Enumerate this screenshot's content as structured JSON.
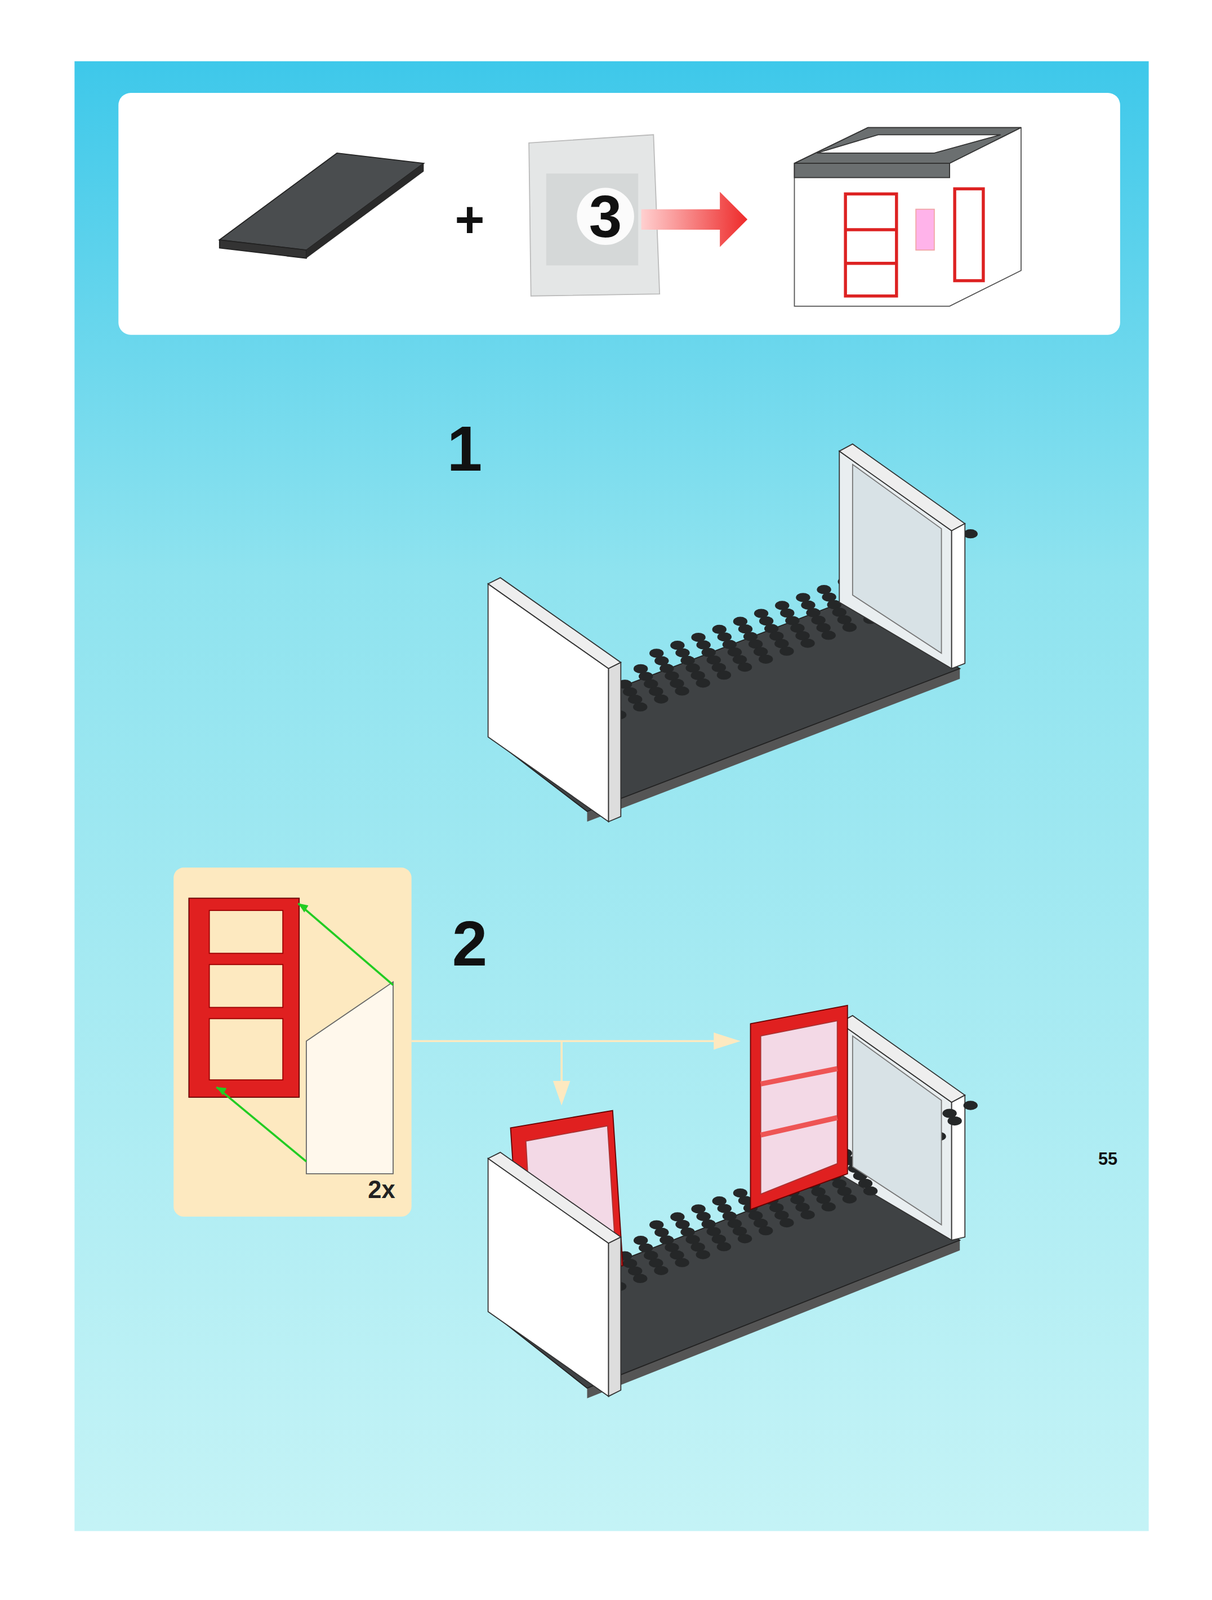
{
  "diagram": {
    "nodes": [
      {
        "text": [
          "2x"
        ]
      }
    ],
    "labels": [
      "+",
      "3",
      "1",
      "2",
      "55"
    ]
  }
}
